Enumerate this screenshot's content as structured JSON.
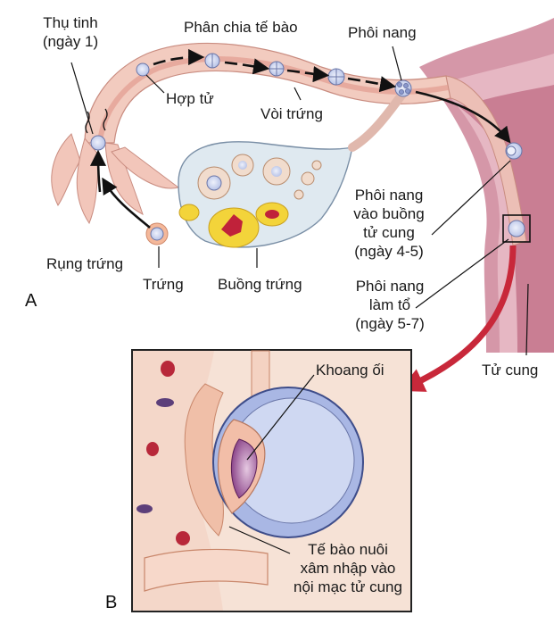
{
  "panel_a": {
    "letter": "A",
    "labels": {
      "fertilization": [
        "Thụ tinh",
        "(ngày 1)"
      ],
      "cell_division": "Phân chia tế bào",
      "blastocyst": "Phôi nang",
      "zygote": "Hợp tử",
      "oviduct": "Vòi trứng",
      "blastocyst_enters": [
        "Phôi nang",
        "vào buồng",
        "tử cung",
        "(ngày 4-5)"
      ],
      "ovulation": "Rụng trứng",
      "egg": "Trứng",
      "ovary": "Buồng trứng",
      "implantation": [
        "Phôi nang",
        "làm tổ",
        "(ngày 5-7)"
      ],
      "uterus": "Tử cung"
    }
  },
  "panel_b": {
    "letter": "B",
    "labels": {
      "amniotic_cavity": "Khoang ối",
      "trophoblast": [
        "Tế bào nuôi",
        "xâm nhập vào",
        "nội mạc tử cung"
      ]
    }
  },
  "colors": {
    "tube": "#f2cbbf",
    "tube_inner": "#e7aa9e",
    "uterus": "#cf8ea0",
    "ovary": "#dfe9f0",
    "arrow_red": "#c8283a",
    "cell_blue": "#aab8e6",
    "cavity_purple": "#8a3a86"
  }
}
